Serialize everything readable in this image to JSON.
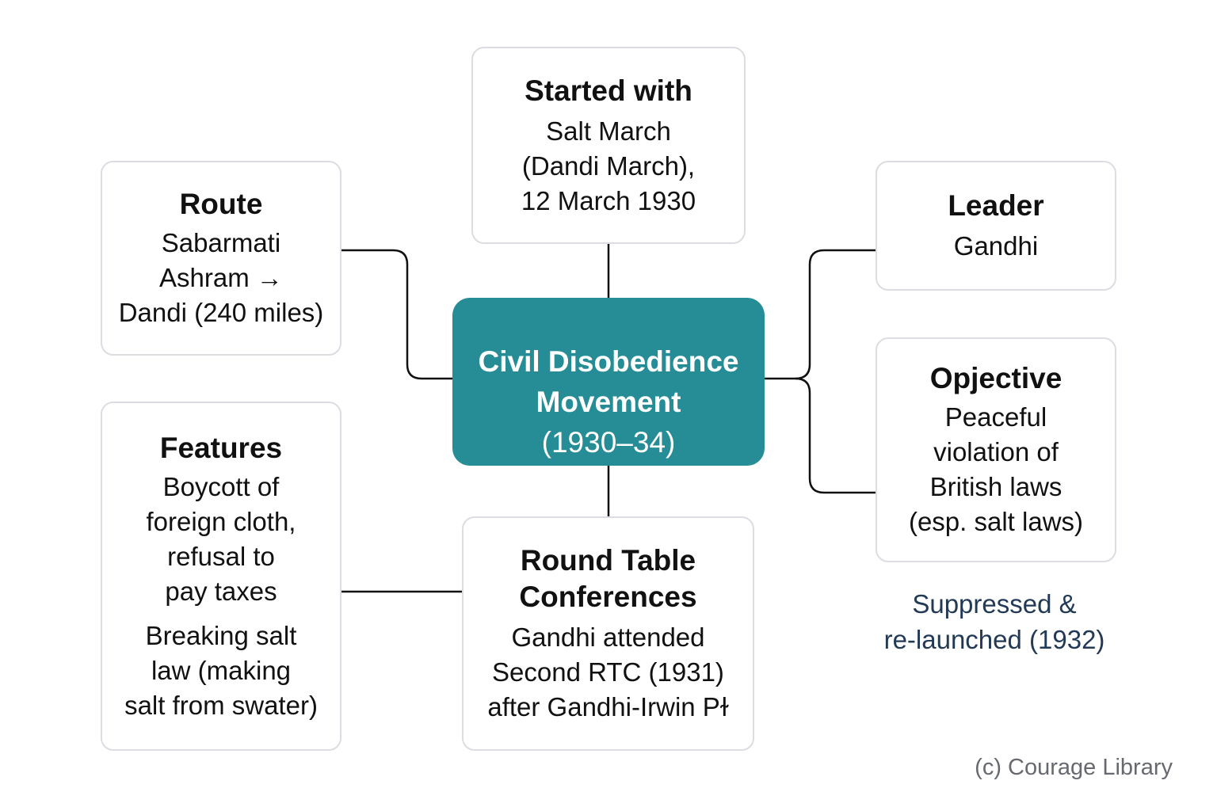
{
  "center": {
    "title": "Civil Disobedience\nMovement",
    "subtitle": "(1930–34)"
  },
  "nodes": {
    "started_with": {
      "title": "Started with",
      "text": "Salt March\n(Dandi March),\n12 March 1930"
    },
    "route": {
      "title": "Route",
      "text": "Sabarmati\nAshram →\nDandi (240 miles)"
    },
    "leader": {
      "title": "Leader",
      "text": "Gandhi"
    },
    "objective": {
      "title": "Opjective",
      "text": "Peaceful\nviolation of\nBritish laws\n(esp. salt laws)"
    },
    "features": {
      "title": "Features",
      "text1": "Boycott of\nforeign cloth,\nrefusal to\npay taxes",
      "text2": "Breaking salt\nlaw (making\nsalt from swater)"
    },
    "round_table": {
      "title": "Round Table\nConferences",
      "text": "Gandhi attended\nSecond RTC (1931)\nafter Gandhi-Irwin Pɫ"
    }
  },
  "note": "Suppressed &\nre-launched (1932)",
  "credit": "(c) Courage Library",
  "colors": {
    "center_fill": "#268d96",
    "box_border": "#dcdce3",
    "line": "#111111",
    "note_text": "#223a55"
  }
}
